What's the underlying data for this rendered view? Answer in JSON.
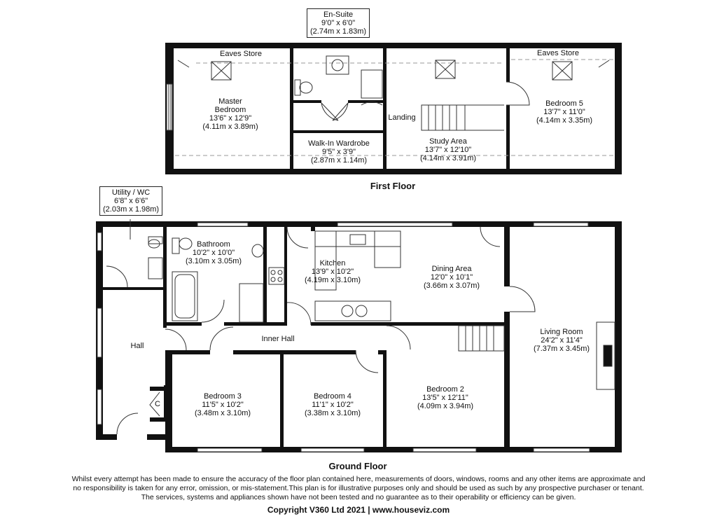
{
  "first_floor": {
    "title": "First Floor",
    "rooms": {
      "master": [
        "Master",
        "Bedroom",
        "13'6\" x 12'9\"",
        "(4.11m x 3.89m)"
      ],
      "ensuite": [
        "En-Suite",
        "9'0\" x 6'0\"",
        "(2.74m x 1.83m)"
      ],
      "wardrobe": [
        "Walk-In Wardrobe",
        "9'5\" x 3'9\"",
        "(2.87m x 1.14m)"
      ],
      "landing": [
        "Landing"
      ],
      "study": [
        "Study Area",
        "13'7\" x 12'10\"",
        "(4.14m x 3.91m)"
      ],
      "bedroom5": [
        "Bedroom 5",
        "13'7\" x 11'0\"",
        "(4.14m x 3.35m)"
      ],
      "eaves_left": [
        "Eaves Store"
      ],
      "eaves_right": [
        "Eaves Store"
      ]
    }
  },
  "ground_floor": {
    "title": "Ground Floor",
    "rooms": {
      "utility": [
        "Utility / WC",
        "6'8\" x 6'6\"",
        "(2.03m x 1.98m)"
      ],
      "bathroom": [
        "Bathroom",
        "10'2\" x 10'0\"",
        "(3.10m x 3.05m)"
      ],
      "kitchen": [
        "Kitchen",
        "13'9\" x 10'2\"",
        "(4.19m x 3.10m)"
      ],
      "dining": [
        "Dining Area",
        "12'0\" x 10'1\"",
        "(3.66m x 3.07m)"
      ],
      "living": [
        "Living Room",
        "24'2\" x 11'4\"",
        "(7.37m x 3.45m)"
      ],
      "hall": [
        "Hall"
      ],
      "inner_hall": [
        "Inner Hall"
      ],
      "bedroom3": [
        "Bedroom 3",
        "11'5\" x 10'2\"",
        "(3.48m x 3.10m)"
      ],
      "bedroom4": [
        "Bedroom 4",
        "11'1\" x 10'2\"",
        "(3.38m x 3.10m)"
      ],
      "bedroom2": [
        "Bedroom 2",
        "13'5\" x 12'11\"",
        "(4.09m x 3.94m)"
      ],
      "cupboard": "C"
    }
  },
  "disclaimer": [
    "Whilst every attempt has been made to ensure the accuracy of the floor plan contained here, measurements of doors, windows, rooms and any other items are approximate and",
    "no responsibility is taken for any error, omission, or mis-statement.This plan is for illustrative purposes only and should be used as such by any prospective purchaser or tenant.",
    "The services, systems and appliances shown have not been tested and no guarantee as to their operability or efficiency can be given."
  ],
  "copyright": "Copyright V360 Ltd 2021 | www.houseviz.com",
  "colors": {
    "wall": "#111111",
    "line": "#333333",
    "dash": "#999999"
  }
}
